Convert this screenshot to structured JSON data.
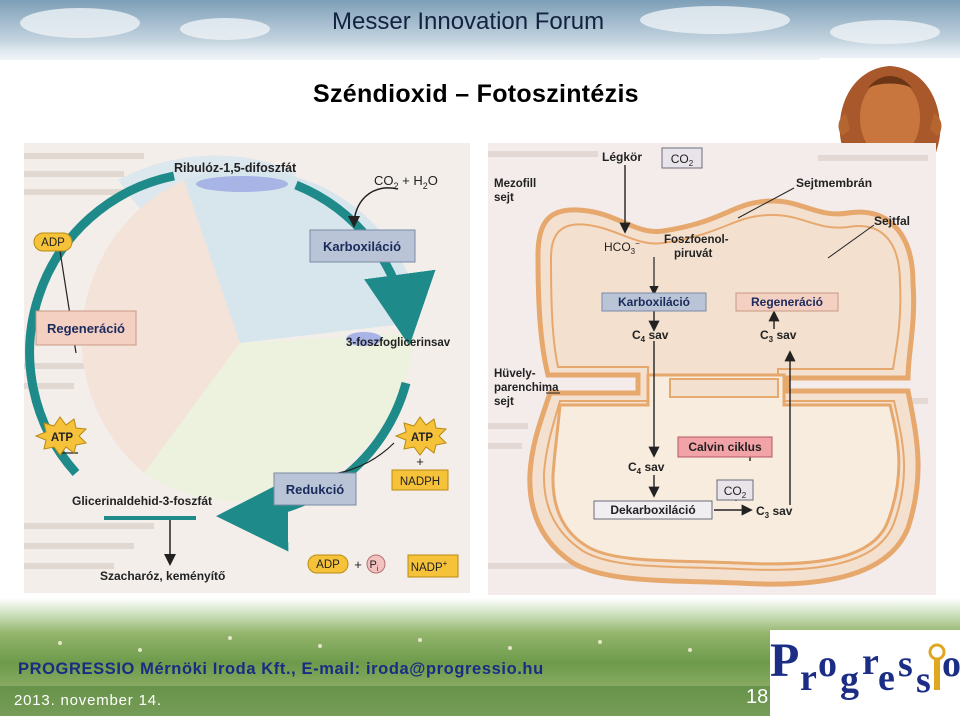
{
  "header": {
    "title": "Messer Innovation Forum"
  },
  "slide": {
    "title": "Széndioxid – Fotoszintézis"
  },
  "left_diagram": {
    "ribulose": "Ribulóz-1,5-difoszfát",
    "co2_h2o_a": "CO",
    "co2_h2o_sub": "2",
    "co2_h2o_b": " + H",
    "co2_h2o_sub2": "2",
    "co2_h2o_c": "O",
    "adp_top": "ADP",
    "karboxilacio": "Karboxiláció",
    "regeneracio": "Regeneráció",
    "foszfoglicerinsav": "3-foszfoglicerinsav",
    "atp_left": "ATP",
    "atp_right": "ATP",
    "plus1": "+",
    "nadph": "NADPH",
    "redukcio": "Redukció",
    "glicerinaldehid": "Glicerinaldehid-3-foszfát",
    "szacharoz": "Szacharóz, keményítő",
    "adp_bottom": "ADP",
    "plus2": "+",
    "pi": "P",
    "pi_sub": "i",
    "nadp": "NADP",
    "nadp_sup": "+"
  },
  "right_diagram": {
    "legkor": "Légkör",
    "co2_top": "CO",
    "co2_top_sub": "2",
    "mezofill_1": "Mezofill",
    "mezofill_2": "sejt",
    "sejtmembran": "Sejtmembrán",
    "sejtfal": "Sejtfal",
    "hco3": "HCO",
    "hco3_sub": "3",
    "hco3_sup": "−",
    "foszfoenol_1": "Foszfoenol-",
    "foszfoenol_2": "piruvát",
    "karboxilacio": "Karboxiláció",
    "regeneracio": "Regeneráció",
    "c4sav_top": "C",
    "c4sav_top_sub": "4",
    "c4sav_top_rest": " sav",
    "c3sav_top": "C",
    "c3sav_top_sub": "3",
    "c3sav_top_rest": " sav",
    "huvely_1": "Hüvely-",
    "huvely_2": "parenchima",
    "huvely_3": "sejt",
    "calvin": "Calvin ciklus",
    "c4sav_bottom": "C",
    "c4sav_bottom_sub": "4",
    "c4sav_bottom_rest": " sav",
    "co2_bottom": "CO",
    "co2_bottom_sub": "2",
    "dekarboxilacio": "Dekarboxiláció",
    "c3sav_bottom": "C",
    "c3sav_bottom_sub": "3",
    "c3sav_bottom_rest": " sav"
  },
  "footer": {
    "company": "PROGRESSIO Mérnöki Iroda Kft., E-mail: iroda@progressio.hu",
    "date": "2013. november 14.",
    "page": "18"
  },
  "logo": {
    "text": "Progressio"
  }
}
